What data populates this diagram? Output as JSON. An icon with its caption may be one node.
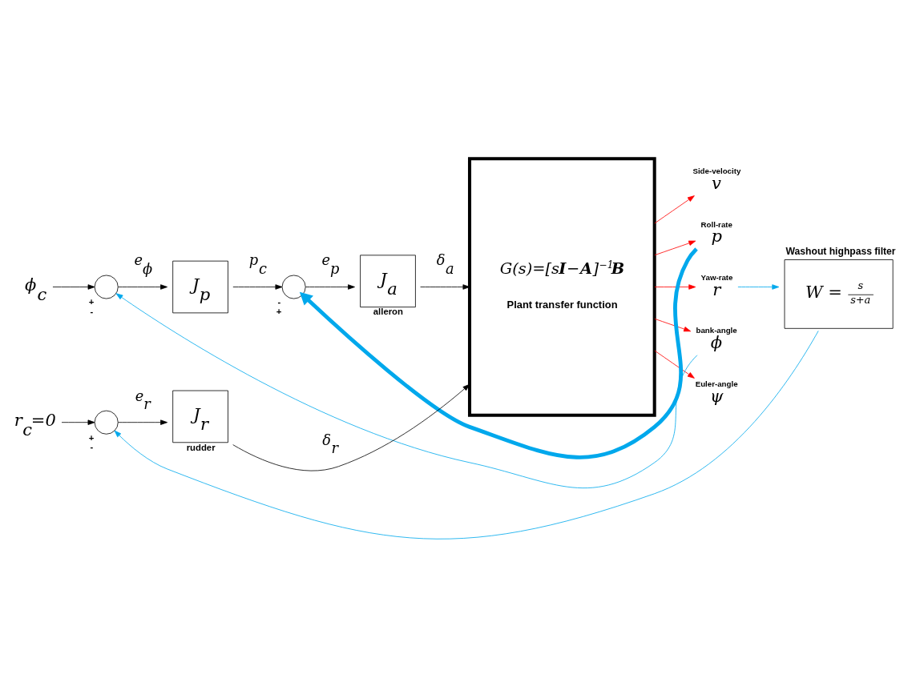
{
  "diagram": {
    "nodes": [
      {
        "text": [
          "ϕ$_{c}$"
        ]
      },
      {
        "text": [],
        "shape": "circle",
        "beside": [
          "+",
          "-"
        ]
      },
      {
        "text": [
          "J$_{p}$"
        ]
      },
      {
        "text": [],
        "shape": "circle",
        "beside": [
          "-",
          "+"
        ]
      },
      {
        "text": [
          "J$_{a}$"
        ],
        "beside": [
          "alleron"
        ]
      },
      {
        "text": [
          "G(s)=[s**I**−**A**]$^{−1}$**B**",
          "Plant transfer function"
        ]
      },
      {
        "text": [
          "Side-velocity",
          "v"
        ]
      },
      {
        "text": [
          "Roll-rate",
          "p"
        ]
      },
      {
        "text": [
          "Yaw-rate",
          "r"
        ]
      },
      {
        "text": [
          "bank-angle",
          "ϕ"
        ]
      },
      {
        "text": [
          "Euler-angle",
          "ψ"
        ]
      },
      {
        "text": [
          "r$_{c}$=0"
        ]
      },
      {
        "text": [],
        "shape": "circle",
        "beside": [
          "+",
          "-"
        ]
      },
      {
        "text": [
          "J$_{r}$"
        ],
        "beside": [
          "rudder"
        ]
      },
      {
        "text": [
          "Washout highpass filter",
          "W =",
          "s",
          "s+a"
        ]
      }
    ],
    "edges": [
      {
        "from": 0,
        "to": 1,
        "arrow": "to"
      },
      {
        "from": 1,
        "to": 2,
        "arrow": "to",
        "label": "e$_{ϕ}$"
      },
      {
        "from": 2,
        "to": 3,
        "arrow": "to",
        "label": "p$_{c}$"
      },
      {
        "from": 3,
        "to": 4,
        "arrow": "to",
        "label": "e$_{p}$"
      },
      {
        "from": 4,
        "to": 5,
        "arrow": "to",
        "label": "δ$_{a}$"
      },
      {
        "from": 5,
        "to": 6,
        "arrow": "to",
        "color": "#ff0000"
      },
      {
        "from": 5,
        "to": 7,
        "arrow": "to",
        "color": "#ff0000"
      },
      {
        "from": 7,
        "to": 3,
        "arrow": "to",
        "style": "thick",
        "color": "#00a8ec"
      },
      {
        "from": 5,
        "to": 8,
        "arrow": "to",
        "color": "#ff0000"
      },
      {
        "from": 8,
        "to": 14,
        "arrow": "to",
        "color": "#00a8ec"
      },
      {
        "from": 5,
        "to": 9,
        "arrow": "to",
        "color": "#ff0000"
      },
      {
        "from": 9,
        "to": 1,
        "arrow": "to",
        "color": "#00a8ec"
      },
      {
        "from": 5,
        "to": 10,
        "arrow": "to",
        "color": "#ff0000"
      },
      {
        "from": 11,
        "to": 12,
        "arrow": "to"
      },
      {
        "from": 12,
        "to": 13,
        "arrow": "to",
        "label": "e$_{r}$"
      },
      {
        "from": 13,
        "to": 5,
        "arrow": "to",
        "label": "δ$_{r}$"
      },
      {
        "from": 14,
        "to": 12,
        "arrow": "to",
        "color": "#00a8ec"
      }
    ]
  }
}
